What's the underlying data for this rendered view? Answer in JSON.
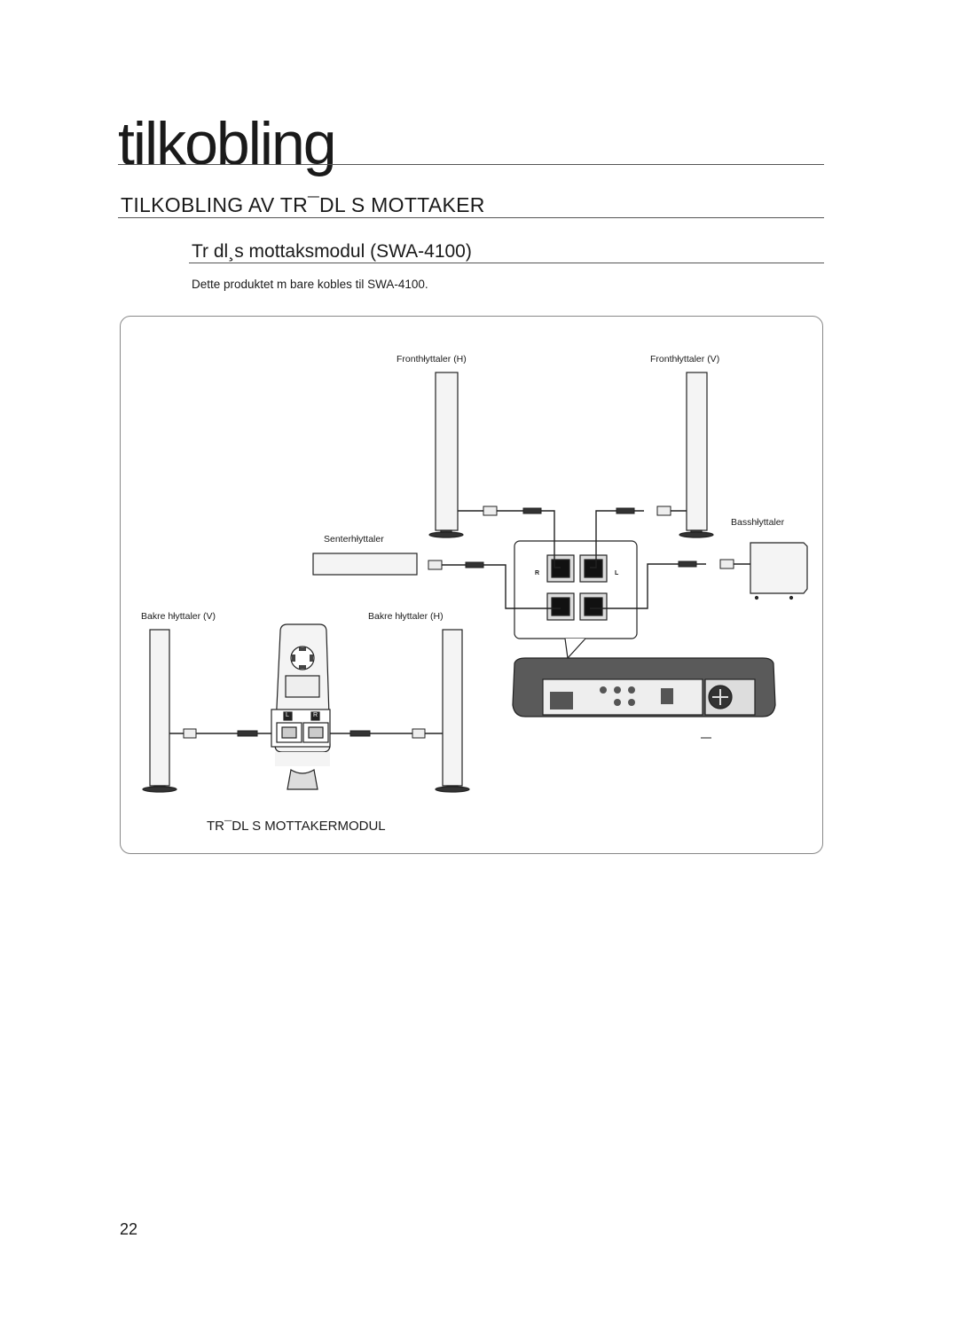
{
  "page": {
    "chapter_title": "tilkobling",
    "section_title": "TILKOBLING AV TR¯DL S MOTTAKER",
    "subsection_title": "Tr dl¸s mottaksmodul (SWA-4100)",
    "note": "Dette produktet m  bare kobles til SWA-4100.",
    "page_number": "22"
  },
  "diagram": {
    "labels": {
      "front_right": "Fronthłyttaler (H)",
      "front_left": "Fronthłyttaler (V)",
      "subwoofer": "Basshłyttaler",
      "center": "Senterhłyttaler",
      "rear_left": "Bakre hłyttaler (V)",
      "rear_right": "Bakre hłyttaler (H)",
      "module_caption": "TR¯DL S MOTTAKERMODUL"
    },
    "terminal_marks": {
      "right": "R",
      "left": "L"
    },
    "module_plug_marks": {
      "left": "L",
      "right": "R"
    },
    "colors": {
      "line": "#222222",
      "speaker_fill": "#f4f4f4",
      "unit_body": "#5a5a5a"
    }
  }
}
